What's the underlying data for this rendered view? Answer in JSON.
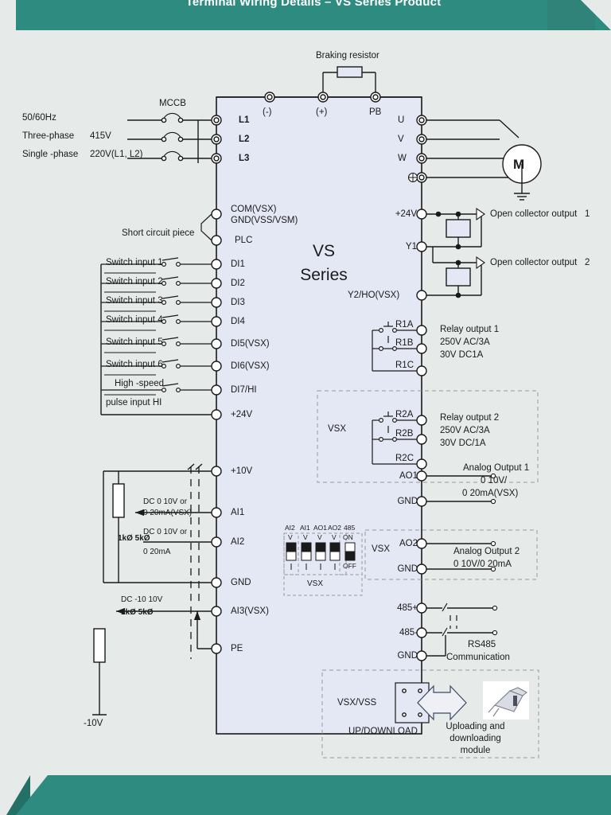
{
  "header": {
    "title": "Terminal Wiring Details – VS Series Product",
    "accent_color": "#2e8b80",
    "page_bg": "#e6eae9",
    "drive_fill": "#e4e7f4"
  },
  "drive": {
    "name_line1": "VS",
    "name_line2": "Series"
  },
  "power_input": {
    "line1": "50/60Hz",
    "line2_a": "Three-phase",
    "line2_b": "415V",
    "line3_a": "Single -phase",
    "line3_b": "220V(L1, L2)",
    "breaker_label": "MCCB",
    "terminals": [
      "L1",
      "L2",
      "L3"
    ]
  },
  "dc_bus": {
    "braking_resistor_label": "Braking resistor",
    "terminals": [
      "(-)",
      "(+)",
      "PB"
    ]
  },
  "motor_output": {
    "terminals": [
      "U",
      "V",
      "W"
    ],
    "ground_symbol": "⊕",
    "motor_label": "M"
  },
  "short_circuit": {
    "label": "Short circuit piece",
    "terminal_line1": "COM(VSX)",
    "terminal_line2": "GND(VSS/VSM)",
    "terminal_plc": "PLC"
  },
  "digital_inputs": {
    "rows": [
      {
        "label": "Switch input   1",
        "terminal": "DI1"
      },
      {
        "label": "Switch input   2",
        "terminal": "DI2"
      },
      {
        "label": "Switch input   3",
        "terminal": "DI3"
      },
      {
        "label": "Switch input   4",
        "terminal": "DI4"
      },
      {
        "label": "Switch input   5",
        "terminal": "DI5(VSX)"
      },
      {
        "label": "Switch input   6",
        "terminal": "DI6(VSX)"
      }
    ],
    "hsp_line1": "High -speed",
    "hsp_line2": "pulse input   HI",
    "hsp_terminal": "DI7/HI",
    "supply_terminal": "+24V"
  },
  "open_collector": {
    "supply_terminal": "+24V",
    "y1_terminal": "Y1",
    "y2_terminal": "Y2/HO(VSX)",
    "out1_label": "Open collector output",
    "out1_num": "1",
    "out2_label": "Open collector output",
    "out2_num": "2"
  },
  "relay1": {
    "terminals": [
      "R1A",
      "R1B",
      "R1C"
    ],
    "desc_line1": "Relay output   1",
    "desc_line2": "250V AC/3A",
    "desc_line3": "30V DC1A"
  },
  "relay2": {
    "terminals": [
      "R2A",
      "R2B",
      "R2C"
    ],
    "desc_line1": "Relay output   2",
    "desc_line2": "250V AC/3A",
    "desc_line3": "30V DC/1A",
    "option_tag": "VSX"
  },
  "analog_inputs": {
    "ref_terminal": "+10V",
    "ai1_terminal": "AI1",
    "ai1_spec_line1": "DC 0    10V or",
    "ai1_spec_line2": "0    20mA(VSX)",
    "ai2_terminal": "AI2",
    "ai2_spec_line1": "DC 0    10V or",
    "ai2_spec_line2": "0    20mA",
    "gnd_terminal": "GND",
    "ai3_terminal": "AI3(VSX)",
    "ai3_spec_line1": "DC -10    10V",
    "ai3_spec_line2": "1kØ     5kØ",
    "pot_rating": "1kØ     5kØ",
    "neg_ref_label": "-10V",
    "pe_terminal": "PE"
  },
  "dip_switches": {
    "top_marker": "V",
    "bottom_marker": "I",
    "items": [
      {
        "name": "AI2",
        "position": "V"
      },
      {
        "name": "AI1",
        "position": "V"
      },
      {
        "name": "AO1",
        "position": "V"
      },
      {
        "name": "AO2",
        "position": "V"
      }
    ],
    "rs485": {
      "name": "485",
      "on_label": "ON",
      "off_label": "OFF",
      "position": "OFF"
    },
    "option_tag": "VSX"
  },
  "analog_outputs": {
    "ao1_terminal": "AO1",
    "ao1_gnd": "GND",
    "ao1_label": "Analog Output   1",
    "ao1_spec_line1": "0    10V/",
    "ao1_spec_line2": "0    20mA(VSX)",
    "ao2_terminal": "AO2",
    "ao2_gnd": "GND",
    "ao2_label": "Analog Output   2",
    "ao2_spec": "0    10V/0    20mA",
    "option_tag": "VSX"
  },
  "rs485_port": {
    "terminals": [
      "485+",
      "485-",
      "GND"
    ],
    "label_line1": "RS485",
    "label_line2": "Communication"
  },
  "updownload": {
    "option_tag": "VSX/VSS",
    "port_label": "UP/DOWNLOAD",
    "module_line1": "Uploading and",
    "module_line2": "downloading",
    "module_line3": "module"
  }
}
